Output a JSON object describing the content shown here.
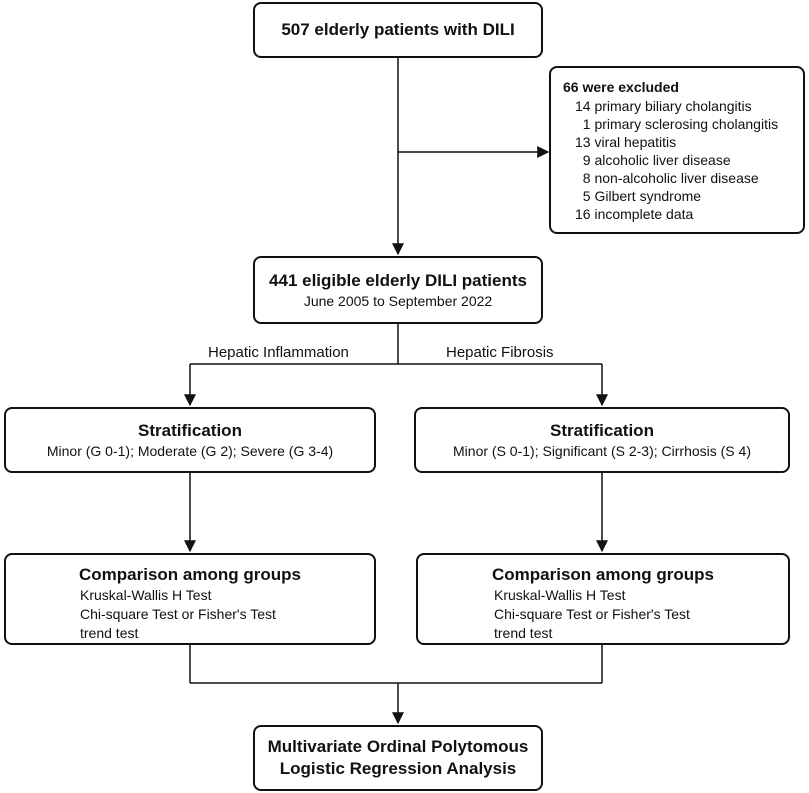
{
  "top_box": {
    "title": "507 elderly patients with DILI"
  },
  "excluded_box": {
    "title": "66 were excluded",
    "items": [
      "14 primary biliary cholangitis",
      "  1 primary sclerosing cholangitis",
      "13 viral hepatitis",
      "  9 alcoholic liver disease",
      "  8 non-alcoholic liver disease",
      "  5 Gilbert syndrome",
      "16 incomplete data"
    ]
  },
  "eligible_box": {
    "title": "441 eligible elderly DILI patients",
    "subtitle": "June 2005 to September 2022"
  },
  "branch_labels": {
    "left": "Hepatic Inflammation",
    "right": "Hepatic Fibrosis"
  },
  "strat_left": {
    "title": "Stratification",
    "subtitle": "Minor (G 0-1); Moderate (G 2); Severe (G 3-4)"
  },
  "strat_right": {
    "title": "Stratification",
    "subtitle": "Minor (S 0-1); Significant (S 2-3); Cirrhosis (S 4)"
  },
  "compare_left": {
    "title": "Comparison among groups",
    "lines": [
      "Kruskal-Wallis H Test",
      "Chi-square Test or Fisher's Test",
      "trend test"
    ]
  },
  "compare_right": {
    "title": "Comparison among groups",
    "lines": [
      "Kruskal-Wallis H Test",
      "Chi-square Test or Fisher's Test",
      "trend test"
    ]
  },
  "final_box": {
    "line1": "Multivariate Ordinal Polytomous",
    "line2": "Logistic Regression Analysis"
  }
}
